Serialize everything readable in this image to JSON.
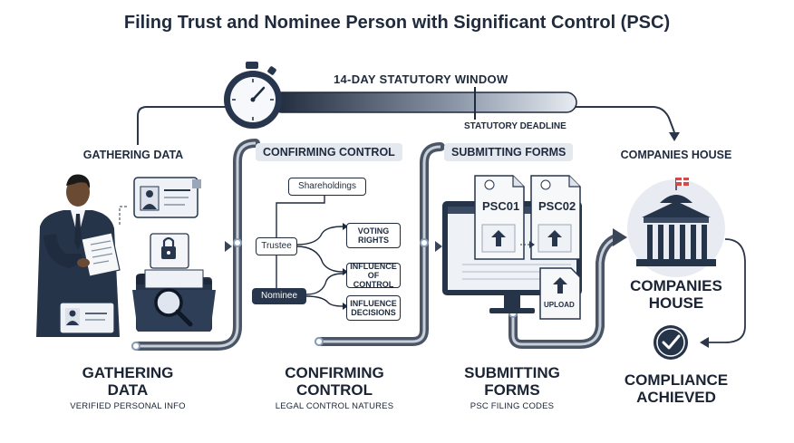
{
  "title": "Filing Trust and Nominee Person with Significant Control (PSC)",
  "timeline": {
    "window_label": "14-DAY STATUTORY WINDOW",
    "deadline_label": "STATUTORY DEADLINE"
  },
  "steps": [
    {
      "header": "GATHERING DATA",
      "title_line1": "GATHERING",
      "title_line2": "DATA",
      "subtitle": "VERIFIED PERSONAL INFO"
    },
    {
      "header": "CONFIRMING CONTROL",
      "title_line1": "CONFIRMING",
      "title_line2": "CONTROL",
      "subtitle": "LEGAL CONTROL NATURES"
    },
    {
      "header": "SUBMITTING FORMS",
      "title_line1": "SUBMITTING",
      "title_line2": "FORMS",
      "subtitle": "PSC FILING CODES"
    },
    {
      "header": "COMPANIES HOUSE",
      "title_line1": "COMPLIANCE",
      "title_line2": "ACHIEVED",
      "subtitle": ""
    }
  ],
  "control_tree": {
    "root": "Shareholdings",
    "left_nodes": [
      "Trustee",
      "Nominee"
    ],
    "right_nodes": [
      {
        "line1": "VOTING",
        "line2": "RIGHTS"
      },
      {
        "line1": "INFLUENCE",
        "line2": "OF CONTROL"
      },
      {
        "line1": "INFLUENCE",
        "line2": "DECISIONS"
      }
    ]
  },
  "forms": {
    "form1": "PSC01",
    "form2": "PSC02",
    "upload_label": "UPLOAD"
  },
  "companies_house": {
    "line1": "COMPANIES",
    "line2": "HOUSE"
  }
}
